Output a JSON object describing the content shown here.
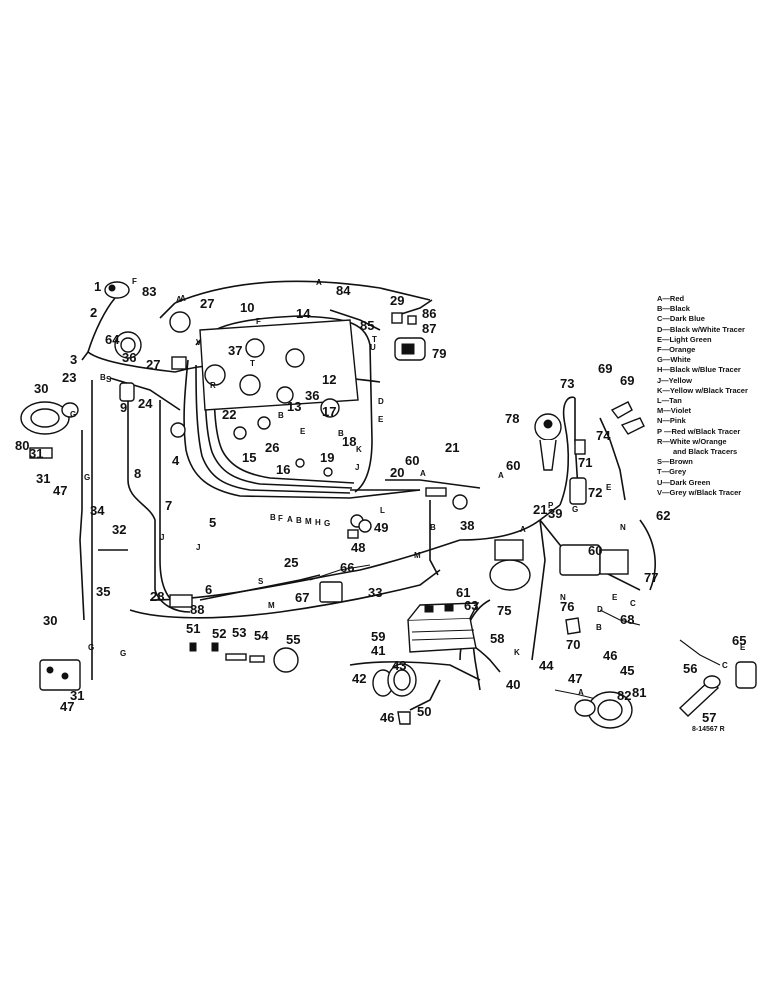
{
  "callouts": [
    {
      "id": "c1",
      "text": "1"
    },
    {
      "id": "c2",
      "text": "2"
    },
    {
      "id": "c3",
      "text": "3"
    },
    {
      "id": "c4",
      "text": "4"
    },
    {
      "id": "c5",
      "text": "5"
    },
    {
      "id": "c6",
      "text": "6"
    },
    {
      "id": "c7",
      "text": "7"
    },
    {
      "id": "c8",
      "text": "8"
    },
    {
      "id": "c9",
      "text": "9"
    },
    {
      "id": "c10",
      "text": "10"
    },
    {
      "id": "c12",
      "text": "12"
    },
    {
      "id": "c13",
      "text": "13"
    },
    {
      "id": "c14",
      "text": "14"
    },
    {
      "id": "c15",
      "text": "15"
    },
    {
      "id": "c16",
      "text": "16"
    },
    {
      "id": "c17",
      "text": "17"
    },
    {
      "id": "c18",
      "text": "18"
    },
    {
      "id": "c19",
      "text": "19"
    },
    {
      "id": "c20",
      "text": "20"
    },
    {
      "id": "c21a",
      "text": "21"
    },
    {
      "id": "c21b",
      "text": "21"
    },
    {
      "id": "c22",
      "text": "22"
    },
    {
      "id": "c23",
      "text": "23"
    },
    {
      "id": "c24",
      "text": "24"
    },
    {
      "id": "c25",
      "text": "25"
    },
    {
      "id": "c26",
      "text": "26"
    },
    {
      "id": "c27a",
      "text": "27"
    },
    {
      "id": "c27b",
      "text": "27"
    },
    {
      "id": "c28",
      "text": "28"
    },
    {
      "id": "c29",
      "text": "29"
    },
    {
      "id": "c30a",
      "text": "30"
    },
    {
      "id": "c30b",
      "text": "30"
    },
    {
      "id": "c31a",
      "text": "31"
    },
    {
      "id": "c31b",
      "text": "31"
    },
    {
      "id": "c31c",
      "text": "31"
    },
    {
      "id": "c32",
      "text": "32"
    },
    {
      "id": "c33",
      "text": "33"
    },
    {
      "id": "c34",
      "text": "34"
    },
    {
      "id": "c35",
      "text": "35"
    },
    {
      "id": "c36a",
      "text": "36"
    },
    {
      "id": "c36b",
      "text": "36"
    },
    {
      "id": "c37",
      "text": "37"
    },
    {
      "id": "c38",
      "text": "38"
    },
    {
      "id": "c39",
      "text": "39"
    },
    {
      "id": "c40",
      "text": "40"
    },
    {
      "id": "c41",
      "text": "41"
    },
    {
      "id": "c42",
      "text": "42"
    },
    {
      "id": "c43",
      "text": "43"
    },
    {
      "id": "c44",
      "text": "44"
    },
    {
      "id": "c45",
      "text": "45"
    },
    {
      "id": "c46a",
      "text": "46"
    },
    {
      "id": "c46b",
      "text": "46"
    },
    {
      "id": "c47a",
      "text": "47"
    },
    {
      "id": "c47b",
      "text": "47"
    },
    {
      "id": "c47c",
      "text": "47"
    },
    {
      "id": "c48",
      "text": "48"
    },
    {
      "id": "c49",
      "text": "49"
    },
    {
      "id": "c50",
      "text": "50"
    },
    {
      "id": "c51",
      "text": "51"
    },
    {
      "id": "c52",
      "text": "52"
    },
    {
      "id": "c53",
      "text": "53"
    },
    {
      "id": "c54",
      "text": "54"
    },
    {
      "id": "c55",
      "text": "55"
    },
    {
      "id": "c56",
      "text": "56"
    },
    {
      "id": "c57",
      "text": "57"
    },
    {
      "id": "c58",
      "text": "58"
    },
    {
      "id": "c59",
      "text": "59"
    },
    {
      "id": "c60a",
      "text": "60"
    },
    {
      "id": "c60b",
      "text": "60"
    },
    {
      "id": "c60c",
      "text": "60"
    },
    {
      "id": "c61",
      "text": "61"
    },
    {
      "id": "c62",
      "text": "62"
    },
    {
      "id": "c63",
      "text": "63"
    },
    {
      "id": "c64",
      "text": "64"
    },
    {
      "id": "c65",
      "text": "65"
    },
    {
      "id": "c66",
      "text": "66"
    },
    {
      "id": "c67",
      "text": "67"
    },
    {
      "id": "c68",
      "text": "68"
    },
    {
      "id": "c69a",
      "text": "69"
    },
    {
      "id": "c69b",
      "text": "69"
    },
    {
      "id": "c70",
      "text": "70"
    },
    {
      "id": "c71",
      "text": "71"
    },
    {
      "id": "c72",
      "text": "72"
    },
    {
      "id": "c73",
      "text": "73"
    },
    {
      "id": "c74",
      "text": "74"
    },
    {
      "id": "c75",
      "text": "75"
    },
    {
      "id": "c76",
      "text": "76"
    },
    {
      "id": "c77",
      "text": "77"
    },
    {
      "id": "c78",
      "text": "78"
    },
    {
      "id": "c79",
      "text": "79"
    },
    {
      "id": "c80",
      "text": "80"
    },
    {
      "id": "c81",
      "text": "81"
    },
    {
      "id": "c82",
      "text": "82"
    },
    {
      "id": "c83",
      "text": "83"
    },
    {
      "id": "c84",
      "text": "84"
    },
    {
      "id": "c85",
      "text": "85"
    },
    {
      "id": "c86",
      "text": "86"
    },
    {
      "id": "c87",
      "text": "87"
    },
    {
      "id": "c88",
      "text": "88"
    }
  ],
  "wire_letters": [
    "A",
    "B",
    "C",
    "D",
    "E",
    "F",
    "G",
    "H",
    "J",
    "K",
    "L",
    "M",
    "N",
    "P",
    "R",
    "S",
    "T",
    "U",
    "V"
  ],
  "legend": [
    {
      "code": "A",
      "text": "A—Red"
    },
    {
      "code": "B",
      "text": "B—Black"
    },
    {
      "code": "C",
      "text": "C—Dark Blue"
    },
    {
      "code": "D",
      "text": "D—Black w/White Tracer"
    },
    {
      "code": "E",
      "text": "E—Light Green"
    },
    {
      "code": "F",
      "text": "F—Orange"
    },
    {
      "code": "G",
      "text": "G—White"
    },
    {
      "code": "H",
      "text": "H—Black w/Blue Tracer"
    },
    {
      "code": "J",
      "text": "J—Yellow"
    },
    {
      "code": "K",
      "text": "K—Yellow w/Black Tracer"
    },
    {
      "code": "L",
      "text": "L—Tan"
    },
    {
      "code": "M",
      "text": "M—Violet"
    },
    {
      "code": "N",
      "text": "N—Pink"
    },
    {
      "code": "P",
      "text": "P —Red w/Black Tracer"
    },
    {
      "code": "R",
      "text": "R—White w/Orange"
    },
    {
      "code": "R2",
      "text": "and Black Tracers",
      "cont": true
    },
    {
      "code": "S",
      "text": "S—Brown"
    },
    {
      "code": "T",
      "text": "T—Grey"
    },
    {
      "code": "U",
      "text": "U—Dark Green"
    },
    {
      "code": "V",
      "text": "V—Grey w/Black Tracer"
    }
  ],
  "figure_code": "8-14567 R"
}
